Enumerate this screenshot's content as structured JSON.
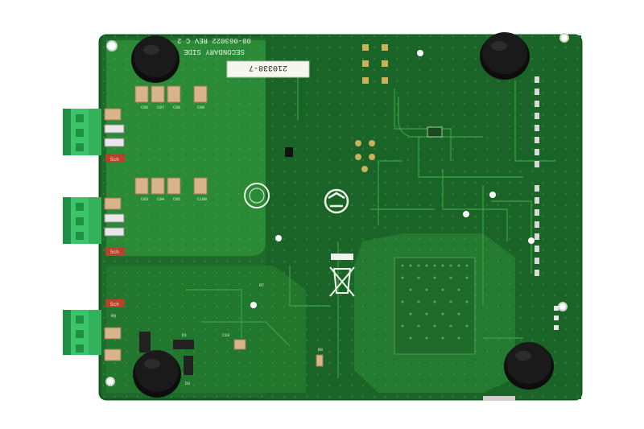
{
  "photo": {
    "subject": "pcb-board-secondary-side",
    "colors": {
      "background": "#ffffff",
      "pcb_dark": "#1d6a2a",
      "pcb_mid": "#247a30",
      "pcb_light": "#2f8c3a",
      "pour": "#2b8a36",
      "edge": "#145a20",
      "trace": "#3aa046",
      "silk": "#e8f2e4",
      "terminal": "#3cc46a",
      "terminal_dark": "#1f8f45",
      "foot": "#121212",
      "cap_tan": "#d9b48a",
      "cap_red": "#b8412b",
      "pad": "#c8ccc8"
    },
    "silkscreen": {
      "board_id": "08-063022  REV C 2",
      "side": "SECONDARY SIDE",
      "serial_label": "210338-7"
    },
    "component_labels": {
      "c96": "C96",
      "c97": "C97",
      "c98": "C98",
      "c99": "C99",
      "c93": "C93",
      "c94": "C94",
      "c95": "C95",
      "c100": "C100",
      "sch1": "5ch",
      "sch2": "5ch",
      "sch3": "5ch",
      "c10": "C10",
      "r7": "R7",
      "r8": "R8",
      "r9": "R9",
      "d1": "D1",
      "d3": "D3"
    }
  }
}
